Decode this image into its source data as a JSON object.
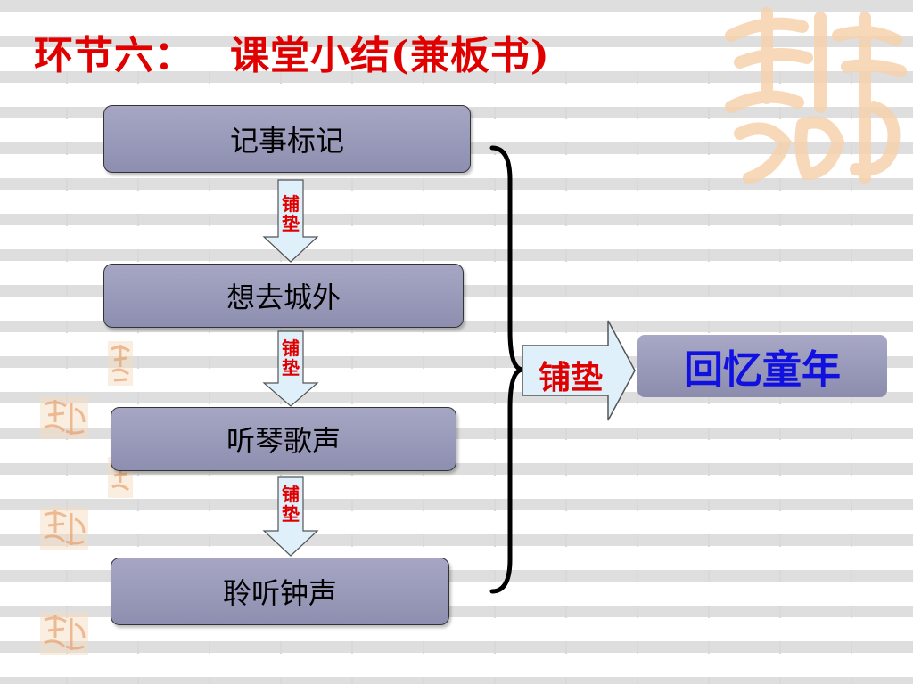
{
  "title": {
    "part1": "环节六：",
    "part2": "课堂小结(兼板书)"
  },
  "steps": [
    {
      "label": "记事标记"
    },
    {
      "label": "想去城外"
    },
    {
      "label": "听琴歌声"
    },
    {
      "label": "聆听钟声"
    }
  ],
  "connectors": [
    {
      "line1": "铺",
      "line2": "垫"
    },
    {
      "line1": "铺",
      "line2": "垫"
    },
    {
      "line1": "铺",
      "line2": "垫"
    }
  ],
  "summary_arrow_label": "铺垫",
  "result": "回忆童年",
  "colors": {
    "title": "#e00000",
    "box_fill": "#9999bb",
    "result_text": "#1010e0",
    "arrow_fill": "#dff0fb",
    "seal": "#f4c89a"
  }
}
